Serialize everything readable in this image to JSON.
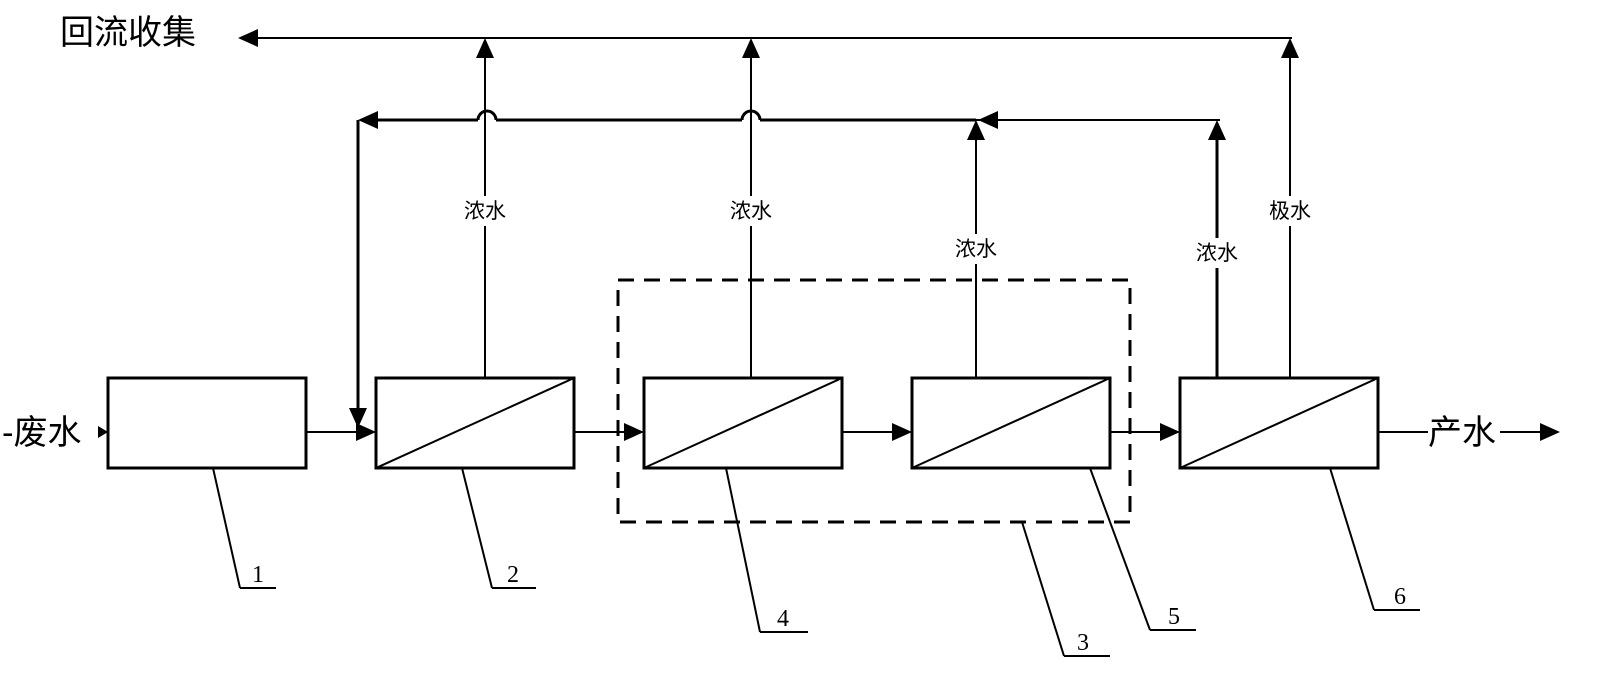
{
  "labels": {
    "return_collect": "回流收集",
    "wastewater": "-废水",
    "product_water": "产水"
  },
  "stream_labels": {
    "concentrate_2": "浓水",
    "concentrate_4": "浓水",
    "concentrate_5": "浓水",
    "concentrate_6": "浓水",
    "electrode_water_6": "极水"
  },
  "unit_numbers": {
    "unit_1": "1",
    "unit_2": "2",
    "unit_3": "3",
    "unit_4": "4",
    "unit_5": "5",
    "unit_6": "6"
  }
}
